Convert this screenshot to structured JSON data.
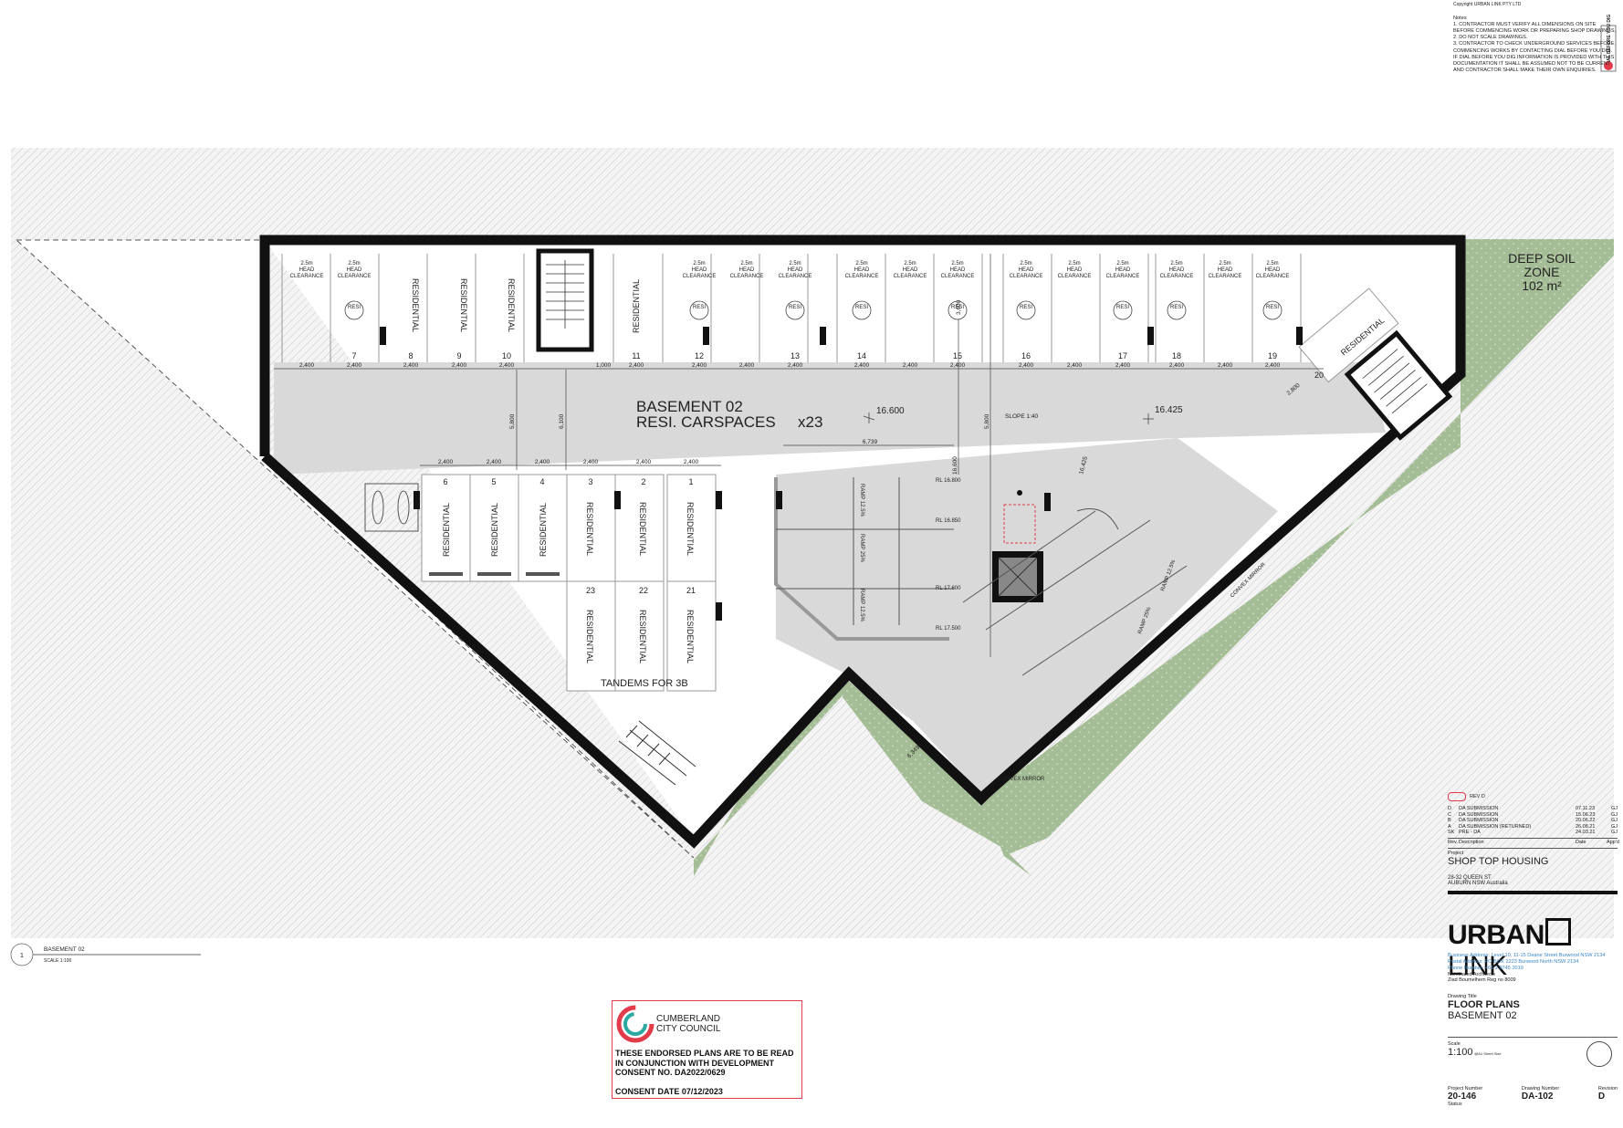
{
  "header": {
    "copyright": "Copyright URBAN LINK PTY LTD",
    "notes_title": "Notes",
    "notes": [
      "1. CONTRACTOR MUST VERIFY ALL DIMENSIONS ON SITE BEFORE COMMENCING WORK OR PREPARING SHOP DRAWINGS.",
      "2. DO NOT SCALE DRAWINGS.",
      "3. CONTRACTOR TO CHECK UNDERGROUND SERVICES BEFORE COMMENCING WORKS BY CONTACTING DIAL BEFORE YOU DIG. IF DIAL BEFORE YOU DIG INFORMATION IS PROVIDED WITH THIS DOCUMENTATION IT SHALL BE ASSUMED NOT TO BE CURRENT AND CONTRACTOR SHALL MAKE THEIR OWN ENQUIRIES."
    ],
    "dig_badge": "DIAL BEFORE YOU DIG"
  },
  "plan": {
    "title_line1": "BASEMENT 02",
    "title_line2": "RESI. CARSPACES",
    "count": "x23",
    "level_1": "16.600",
    "level_2": "16.425",
    "slope": "SLOPE 1:40",
    "deep_soil_line1": "DEEP SOIL",
    "deep_soil_line2": "ZONE",
    "deep_soil_area": "102 m²",
    "tandems": "TANDEMS FOR 3B",
    "convex_mirror": "CONVEX MIRROR",
    "residential": "RESIDENTIAL",
    "resi": "RESI",
    "head_clearance": [
      "2.5m",
      "HEAD",
      "CLEARANCE"
    ],
    "dim_2400": "2,400",
    "dim_1000": "1,000",
    "dim_6739": "6,739",
    "dim_5800": "5,800",
    "dim_6100": "6,100",
    "dim_6349": "6,349",
    "dim_16600": "16,600",
    "dim_16425": "16,425",
    "dim_3600": "3,600",
    "dim_2800": "2,800",
    "ramp_labels": [
      "RAMP 12.5%",
      "RAMP 25%",
      "RAMP 12.5%"
    ],
    "rl_labels": [
      "RL 16.800",
      "RL 16.850",
      "RL 17.600",
      "RL 17.500"
    ],
    "top_bay_numbers": [
      "7",
      "8",
      "9",
      "10",
      "11",
      "12",
      "13",
      "14",
      "15",
      "16",
      "17",
      "18",
      "19",
      "20"
    ],
    "mid_bay_numbers": [
      "6",
      "5",
      "4",
      "3",
      "2",
      "1"
    ],
    "low_bay_numbers": [
      "23",
      "22",
      "21"
    ]
  },
  "scale_bar": {
    "number": "1",
    "name": "BASEMENT 02",
    "scale": "SCALE 1:100"
  },
  "stamp": {
    "org_line1": "CUMBERLAND",
    "org_line2": "CITY COUNCIL",
    "text_line1": "THESE ENDORSED PLANS ARE TO BE READ",
    "text_line2": "IN CONJUNCTION WITH DEVELOPMENT",
    "text_line3": "CONSENT NO. DA2022/0629",
    "consent_date": "CONSENT DATE 07/12/2023",
    "border_color": "#e23b4a"
  },
  "title_block": {
    "rev_cloud_label": "REV D",
    "revisions": [
      {
        "rev": "D",
        "desc": "DA SUBMISSION",
        "date": "07.11.23",
        "by": "GJ"
      },
      {
        "rev": "C",
        "desc": "DA SUBMISSION",
        "date": "15.06.23",
        "by": "GJ"
      },
      {
        "rev": "B",
        "desc": "DA SUBMISSION",
        "date": "20.06.22",
        "by": "GJ"
      },
      {
        "rev": "A",
        "desc": "DA SUBMISSION (RETURNED)",
        "date": "26.08.21",
        "by": "GJ"
      },
      {
        "rev": "SK",
        "desc": "PRE - DA",
        "date": "24.03.21",
        "by": "GJ"
      }
    ],
    "rev_header": {
      "rev": "Rev.",
      "desc": "Description",
      "date": "Date",
      "by": "App'd"
    },
    "project_label": "Project",
    "project": "SHOP TOP HOUSING",
    "address_line1": "28-32 QUEEN ST",
    "address_line2": "AUBURN NSW   Australia",
    "brand_a": "URBAN",
    "brand_b": "LINK",
    "business": "Business Address: Level 10, 11-15 Deane Street Burwood NSW 2134",
    "postal": "Postal Address: PO BOX 2223 Burwood North NSW 2134",
    "phone": "Phone Number: +61 2 9745 2019",
    "architects": "Nominated Architects",
    "architect_name": "Ziad Boumelhem Reg no 8009",
    "drawing_title_label": "Drawing Title",
    "drawing_title_1": "FLOOR PLANS",
    "drawing_title_2": "BASEMENT 02",
    "scale_label": "Scale",
    "scale": "1:100",
    "scale_sheet": "@A1 Sheet Size",
    "project_number_label": "Project Number",
    "project_number": "20-146",
    "drawing_number_label": "Drawing Number",
    "drawing_number": "DA-102",
    "revision_label": "Revision",
    "revision": "D",
    "status_label": "Status"
  }
}
